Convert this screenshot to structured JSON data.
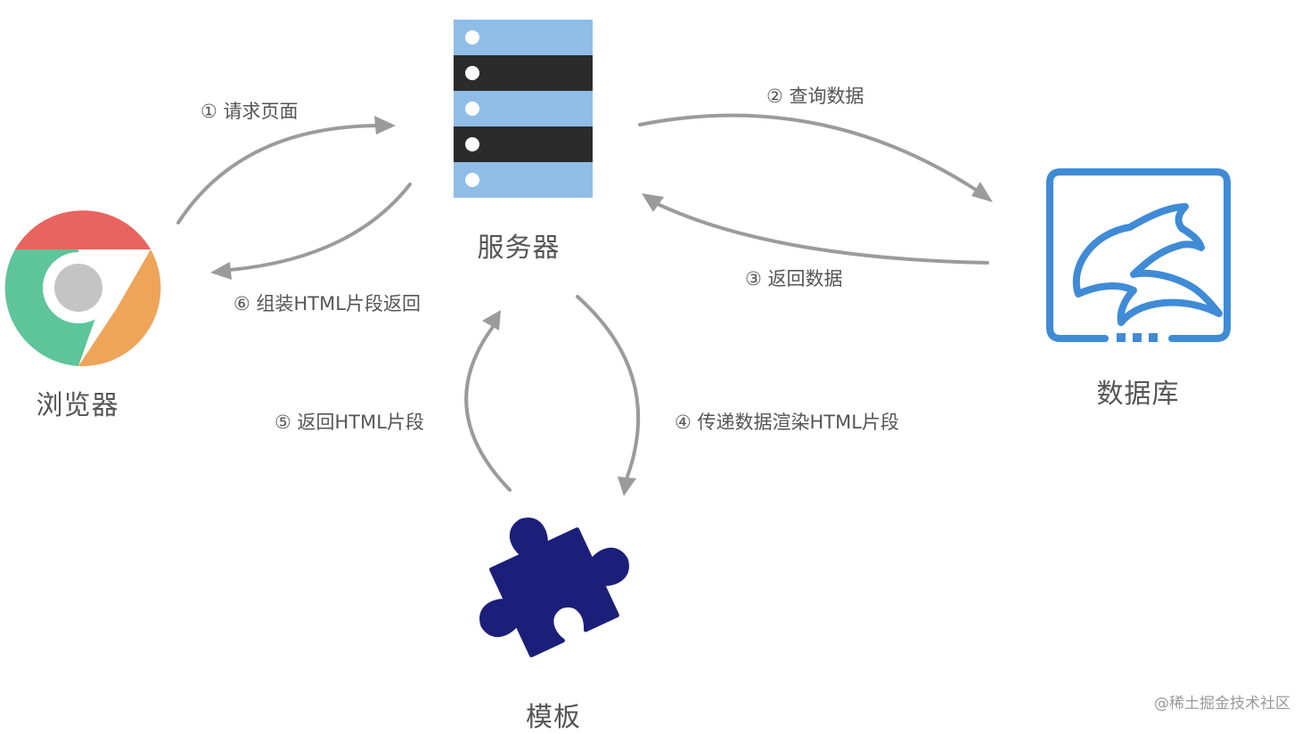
{
  "nodes": {
    "browser": {
      "label": "浏览器",
      "icon": "chrome-browser-icon"
    },
    "server": {
      "label": "服务器",
      "icon": "server-rack-icon"
    },
    "database": {
      "label": "数据库",
      "icon": "mysql-dolphin-database-icon"
    },
    "template": {
      "label": "模板",
      "icon": "puzzle-piece-icon"
    }
  },
  "edges": [
    {
      "from": "browser",
      "to": "server",
      "label": "① 请求页面"
    },
    {
      "from": "server",
      "to": "database",
      "label": "② 查询数据"
    },
    {
      "from": "database",
      "to": "server",
      "label": "③ 返回数据"
    },
    {
      "from": "server",
      "to": "template",
      "label": "④ 传递数据渲染HTML片段"
    },
    {
      "from": "template",
      "to": "server",
      "label": "⑤ 返回HTML片段"
    },
    {
      "from": "server",
      "to": "browser",
      "label": "⑥ 组装HTML片段返回"
    }
  ],
  "watermark": "@稀土掘金技术社区",
  "colors": {
    "arrow": "#9b9b9b",
    "text": "#555555",
    "server_light": "#8fbde7",
    "server_dark": "#2b2b2b",
    "database_blue": "#3f8bd6",
    "puzzle_navy": "#1b1f7a",
    "chrome_red": "#e8645f",
    "chrome_green": "#5ec49a",
    "chrome_orange": "#eea55a",
    "chrome_center": "#c4c4c4"
  }
}
